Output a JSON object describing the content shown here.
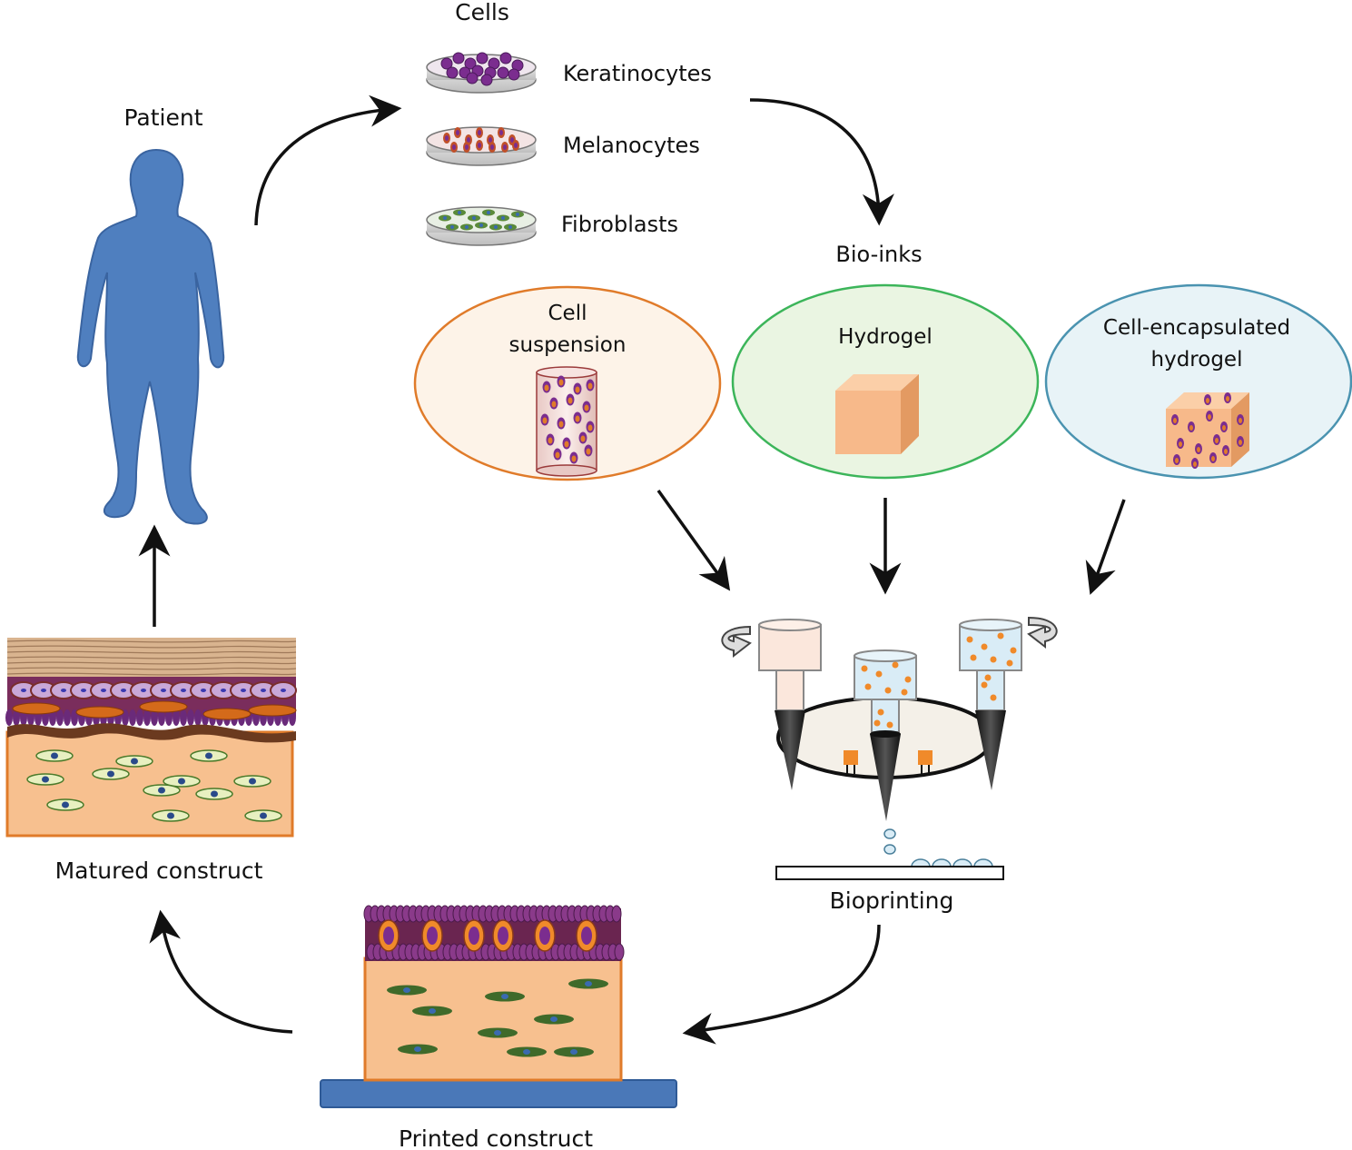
{
  "labels": {
    "patient": "Patient",
    "cells_title": "Cells",
    "keratinocytes": "Keratinocytes",
    "melanocytes": "Melanocytes",
    "fibroblasts": "Fibroblasts",
    "bioinks_title": "Bio-inks",
    "cell_suspension_line1": "Cell",
    "cell_suspension_line2": "suspension",
    "hydrogel": "Hydrogel",
    "cell_encapsulated_line1": "Cell-encapsulated",
    "cell_encapsulated_line2": "hydrogel",
    "bioprinting": "Bioprinting",
    "printed_construct": "Printed construct",
    "matured_construct": "Matured construct"
  },
  "colors": {
    "patient_body": "#4f7fbf",
    "keratinocyte_cell": "#7b2d8f",
    "melanocyte_cell": "#c0502a",
    "fibroblast_cell": "#5a8a3a",
    "suspension_border": "#e07b2a",
    "suspension_fill": "#fdf3e8",
    "hydrogel_border": "#3cb55a",
    "hydrogel_fill": "#eaf5e2",
    "encapsulated_border": "#4a93b0",
    "encapsulated_fill": "#e8f3f7",
    "gel_block": "#f7b98a",
    "dermis": "#f7c08f",
    "base_plate": "#4a78b8"
  }
}
